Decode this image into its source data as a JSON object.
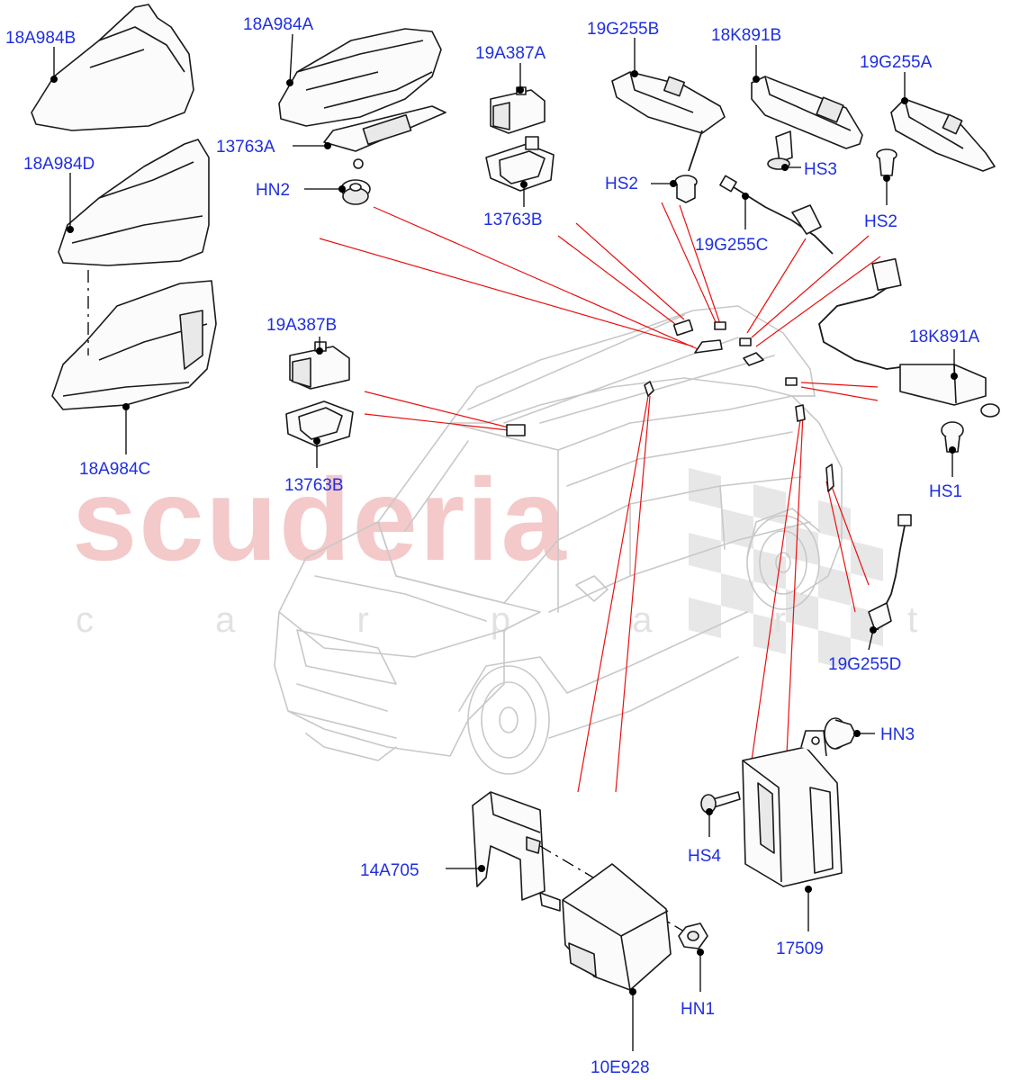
{
  "watermark": {
    "brand": "scuderia",
    "tagline": "c a r   p a r t s"
  },
  "labels": {
    "p18A984B": "18A984B",
    "p18A984A": "18A984A",
    "p19A387A": "19A387A",
    "p19G255B": "19G255B",
    "p18K891B": "18K891B",
    "p19G255A": "19G255A",
    "p18A984D": "18A984D",
    "p13763A": "13763A",
    "pHN2": "HN2",
    "p13763B_top": "13763B",
    "pHS2_left": "HS2",
    "pHS3": "HS3",
    "pHS2_right": "HS2",
    "p19G255C": "19G255C",
    "p18K891A": "18K891A",
    "p19A387B": "19A387B",
    "p13763B_mid": "13763B",
    "p18A984C": "18A984C",
    "pHS1": "HS1",
    "p19G255D": "19G255D",
    "pHN3": "HN3",
    "pHS4": "HS4",
    "p14A705": "14A705",
    "p17509": "17509",
    "pHN1": "HN1",
    "p10E928": "10E928"
  }
}
